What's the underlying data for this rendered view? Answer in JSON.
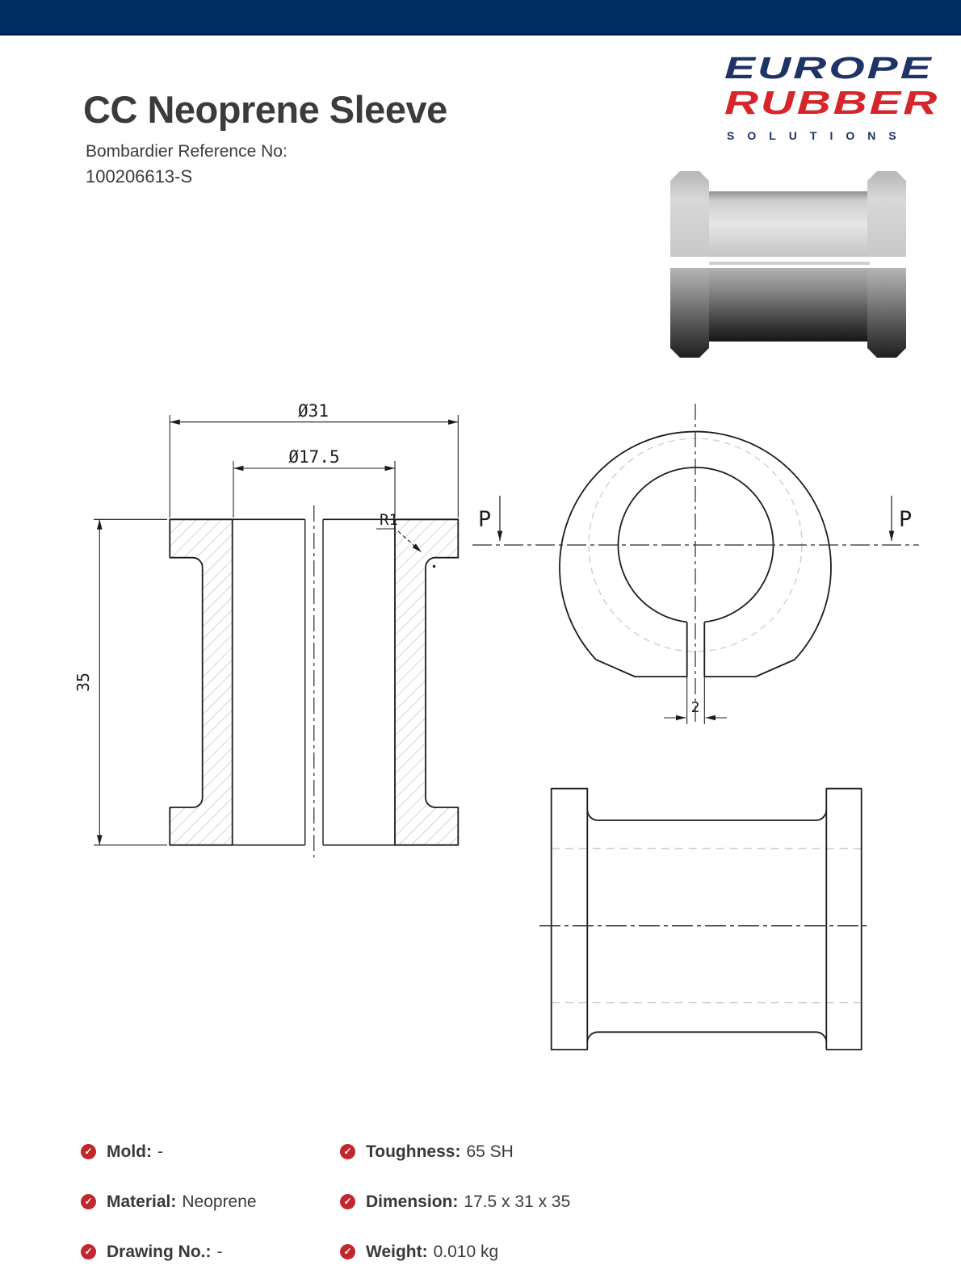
{
  "page": {
    "title": "CC Neoprene Sleeve",
    "reference_label": "Bombardier Reference No:",
    "reference_number": "100206613-S"
  },
  "logo": {
    "line1": "EUROPE",
    "line2": "RUBBER",
    "line3": "SOLUTIONS",
    "navy": "#1e3466",
    "red": "#d6252b"
  },
  "colors": {
    "header_bar": "#002d62",
    "check_icon_red": "#c1272d",
    "body_text": "#3b3b3d",
    "hatch_gray": "#b8b8b8",
    "hidden_line_gray": "#c9c9c9"
  },
  "icons": {
    "check": "✓"
  },
  "drawing": {
    "section_view": {
      "dim_outer_diameter": "Ø31",
      "dim_bore_diameter": "Ø17.5",
      "dim_height": "35",
      "fillet_radius": "R1"
    },
    "front_view": {
      "section_label_left": "P",
      "section_label_right": "P",
      "dim_slit_width": "2"
    }
  },
  "specs": [
    {
      "label": "Mold:",
      "value": "-"
    },
    {
      "label": "Material:",
      "value": "Neoprene"
    },
    {
      "label": "Drawing No.:",
      "value": "-"
    },
    {
      "label": "Toughness:",
      "value": "65 SH"
    },
    {
      "label": "Dimension:",
      "value": "17.5 x 31 x 35"
    },
    {
      "label": "Weight:",
      "value": "0.010 kg"
    }
  ]
}
